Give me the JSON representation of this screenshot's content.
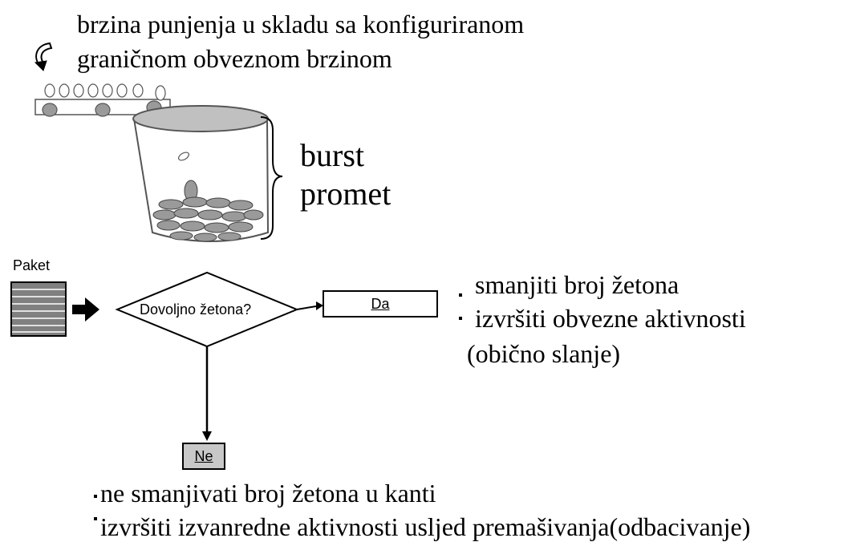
{
  "top_caption": {
    "line1": "brzina punjenja u skladu sa konfiguriranom",
    "line2": "graničnom obveznom brzinom"
  },
  "burst_label": {
    "line1": "burst",
    "line2": "promet"
  },
  "packet_label": "Paket",
  "decision_label": "Dovoljno žetona?",
  "yes_label": "Da",
  "no_label": "Ne",
  "yes_actions": {
    "item1": "smanjiti broj žetona",
    "item2": "izvršiti obvezne aktivnosti",
    "item3": "(obično slanje)"
  },
  "no_actions": {
    "item1": "ne smanjivati broj žetona u kanti",
    "item2": "izvršiti izvanredne aktivnosti usljed premašivanja(odbacivanje)"
  },
  "icons": {
    "refill": "curved-arrow-icon",
    "bucket": "bucket-icon",
    "packet": "packet-icon"
  },
  "colors": {
    "no_box_fill": "#c8c8c8",
    "packet_fill": "#808080",
    "bucket_fill": "#c0c0c0"
  }
}
